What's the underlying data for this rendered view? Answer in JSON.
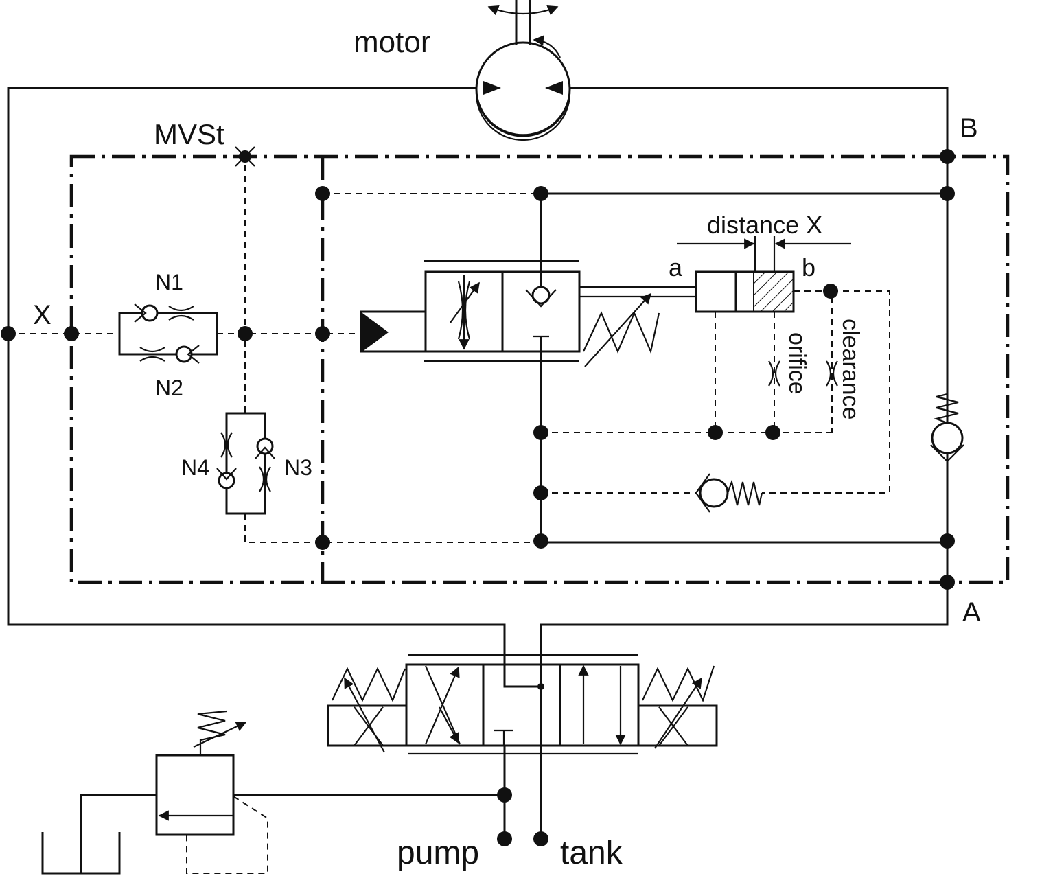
{
  "labels": {
    "motor": "motor",
    "mvst": "MVSt",
    "port_b": "B",
    "port_a": "A",
    "port_x": "X",
    "n1": "N1",
    "n2": "N2",
    "n3": "N3",
    "n4": "N4",
    "distance": "distance X",
    "a": "a",
    "b": "b",
    "orifice": "orifice",
    "clearance": "clearance",
    "pump": "pump",
    "tank": "tank"
  }
}
